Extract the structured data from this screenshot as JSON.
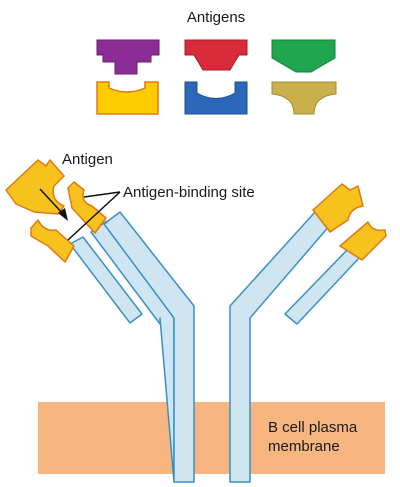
{
  "labels": {
    "antigens_title": "Antigens",
    "antigen": "Antigen",
    "binding_site": "Antigen-binding site",
    "membrane_line1": "B cell plasma",
    "membrane_line2": "membrane"
  },
  "colors": {
    "purple": "#8c2d96",
    "red": "#d92b3a",
    "green": "#1fa54e",
    "yellow": "#ffcc00",
    "blue": "#2b66b8",
    "tan": "#c9b04a",
    "antigen_fill": "#f7c21d",
    "antigen_stroke": "#e07a12",
    "membrane": "#f7b580",
    "antibody_fill": "#cfe6f2",
    "antibody_stroke": "#3a8fc4"
  }
}
